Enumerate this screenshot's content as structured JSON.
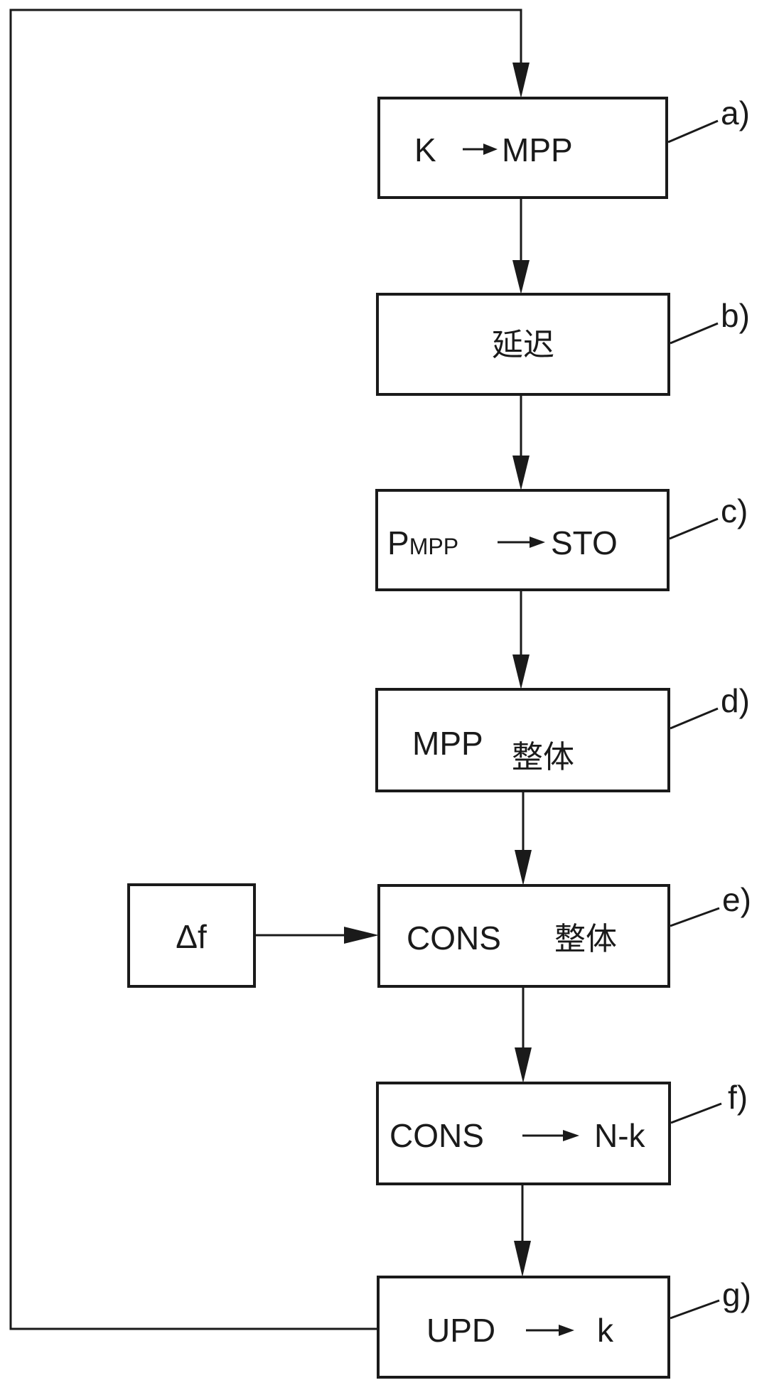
{
  "diagram": {
    "type": "flowchart",
    "steps": [
      {
        "id": "a",
        "label": "a)",
        "text_parts": [
          "K",
          "arrow",
          "MPP"
        ]
      },
      {
        "id": "b",
        "label": "b)",
        "text": "延迟"
      },
      {
        "id": "c",
        "label": "c)",
        "text_parts": [
          "P",
          "MPP",
          "arrow",
          "STO"
        ]
      },
      {
        "id": "d",
        "label": "d)",
        "text_parts": [
          "MPP",
          "整体"
        ]
      },
      {
        "id": "e",
        "label": "e)",
        "text_parts": [
          "CONS",
          "整体"
        ]
      },
      {
        "id": "f",
        "label": "f)",
        "text_parts": [
          "CONS",
          "arrow",
          "N-k"
        ]
      },
      {
        "id": "g",
        "label": "g)",
        "text_parts": [
          "UPD",
          "arrow",
          "k"
        ]
      }
    ],
    "input_box": {
      "id": "delta-f",
      "text": "Δf",
      "feeds": "e"
    },
    "feedback_loop": {
      "from": "g",
      "to": "a"
    },
    "colors": {
      "stroke": "#1a1a1a",
      "background": "#ffffff"
    }
  }
}
